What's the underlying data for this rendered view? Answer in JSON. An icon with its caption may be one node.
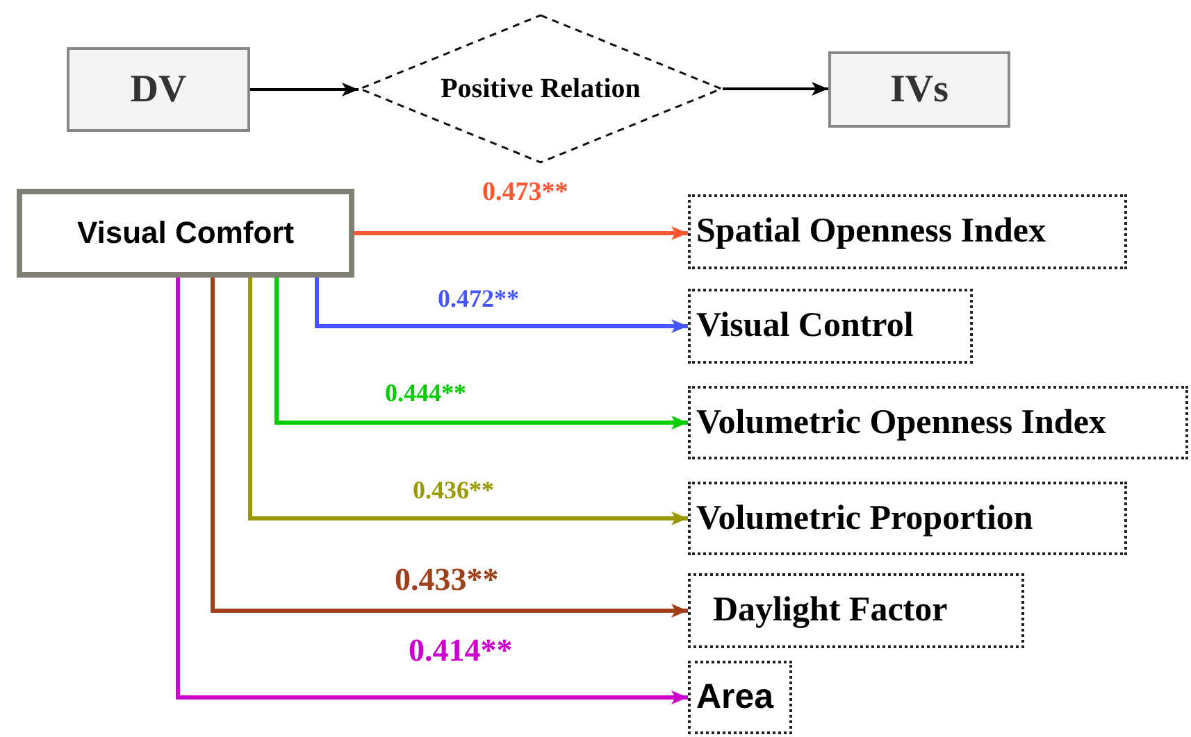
{
  "diagram": {
    "nodes": [
      {
        "text": [
          "DV"
        ]
      },
      {
        "text": [
          "Positive Relation"
        ]
      },
      {
        "text": [
          "IVs"
        ]
      },
      {
        "text": [
          "Visual Comfort"
        ]
      },
      {
        "text": [
          "Spatial Openness Index"
        ]
      },
      {
        "text": [
          "Visual Control"
        ]
      },
      {
        "text": [
          "Volumetric Openness Index"
        ]
      },
      {
        "text": [
          "Volumetric Proportion"
        ]
      },
      {
        "text": [
          "Daylight Factor"
        ]
      },
      {
        "text": [
          "Area"
        ]
      }
    ],
    "edges": [
      {
        "from": 0,
        "to": 1,
        "arrow": "to"
      },
      {
        "from": 1,
        "to": 2,
        "arrow": "to"
      },
      {
        "from": 3,
        "to": 4,
        "arrow": "to",
        "label": "0.473**",
        "color": "#ff5533"
      },
      {
        "from": 3,
        "to": 5,
        "arrow": "to",
        "label": "0.472**",
        "color": "#4455ff"
      },
      {
        "from": 3,
        "to": 6,
        "arrow": "to",
        "label": "0.444**",
        "color": "#00cc00"
      },
      {
        "from": 3,
        "to": 7,
        "arrow": "to",
        "label": "0.436**",
        "color": "#999900"
      },
      {
        "from": 3,
        "to": 8,
        "arrow": "to",
        "label": "0.433**",
        "color": "#a0401a"
      },
      {
        "from": 3,
        "to": 9,
        "arrow": "to",
        "label": "0.414**",
        "color": "#cc00cc"
      }
    ]
  }
}
